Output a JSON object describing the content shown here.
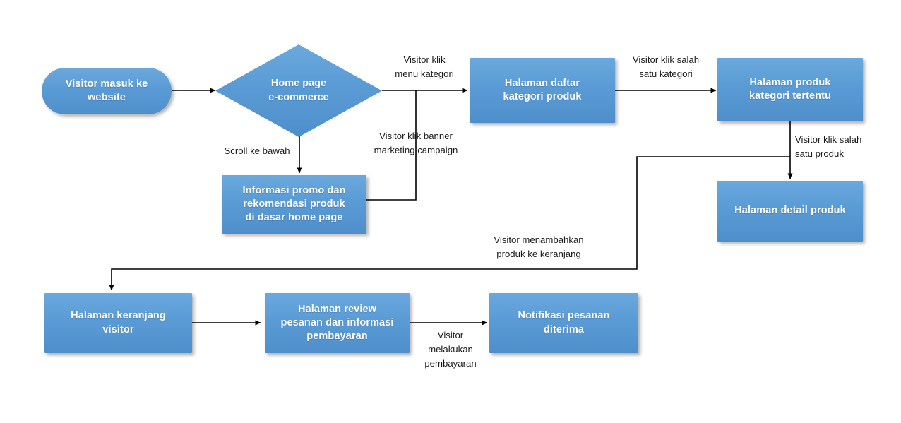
{
  "diagram": {
    "type": "flowchart",
    "title": "Alur visitor e-commerce",
    "accent_color": "#5b9bd5",
    "line_color": "#000000",
    "text_color": "#1a1a1a"
  },
  "nodes": {
    "visitor_masuk": "Visitor masuk ke\nwebsite",
    "home_page": "Home page\ne-commerce",
    "daftar_kategori": "Halaman daftar\nkategori produk",
    "produk_kategori": "Halaman produk\nkategori tertentu",
    "informasi_promo": "Informasi promo dan\nrekomendasi produk\ndi dasar home page",
    "detail_produk": "Halaman detail produk",
    "keranjang": "Halaman keranjang\nvisitor",
    "review_pesanan": "Halaman review\npesanan dan informasi\npembayaran",
    "notifikasi": "Notifikasi pesanan\nditerima"
  },
  "edge_labels": {
    "klik_menu_kategori": "Visitor klik\nmenu kategori",
    "klik_salah_satu_kategori": "Visitor klik salah\nsatu kategori",
    "scroll_ke_bawah": "Scroll ke bawah",
    "klik_banner": "Visitor klik banner\nmarketing campaign",
    "klik_salah_satu_produk": "Visitor klik salah\nsatu produk",
    "menambahkan_produk": "Visitor menambahkan\nproduk ke keranjang",
    "melakukan_pembayaran": "Visitor\nmelakukan\npembayaran"
  }
}
